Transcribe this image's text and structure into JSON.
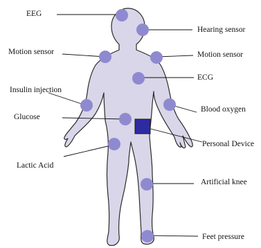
{
  "labels": {
    "eeg": "EEG",
    "hearing": "Hearing sensor",
    "motion_left": "Motion sensor",
    "motion_right": "Motion sensor",
    "ecg": "ECG",
    "insulin": "Insulin injection",
    "blood_oxygen": "Blood oxygen",
    "glucose": "Glucose",
    "personal_device": "Personal Device",
    "lactic": "Lactic Acid",
    "knee": "Artificial knee",
    "feet": "Feet pressure"
  },
  "colors": {
    "body_fill": "#d8d6e8",
    "body_outline": "#2a2a2a",
    "sensor_fill": "#8f8ad0",
    "device_fill": "#2e2aa0",
    "line": "#111111"
  }
}
